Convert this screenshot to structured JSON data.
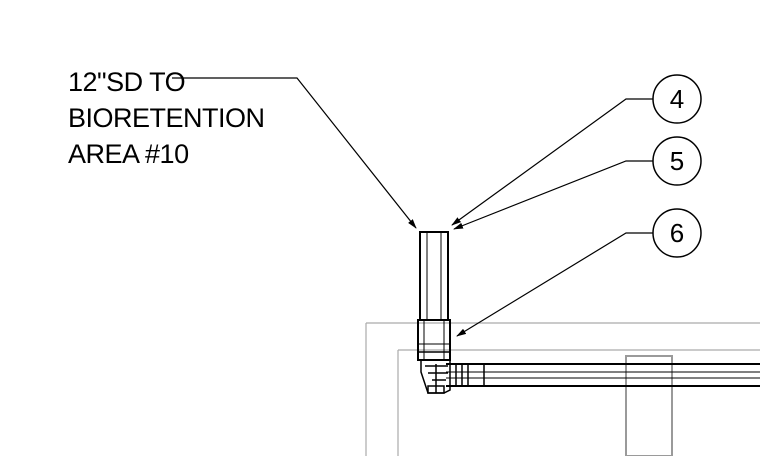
{
  "note": {
    "line1": "12\"SD TO",
    "line2": "BIORETENTION",
    "line3": "AREA #10"
  },
  "callouts": [
    {
      "number": "4"
    },
    {
      "number": "5"
    },
    {
      "number": "6"
    }
  ]
}
